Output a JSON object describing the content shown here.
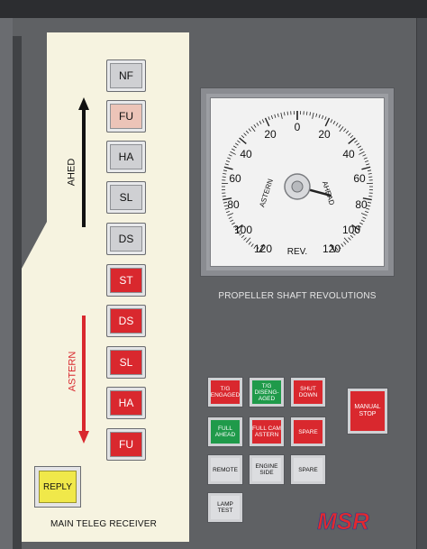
{
  "colors": {
    "panel_bg": "#5f6164",
    "cream": "#f6f3e0",
    "red_button": "#d9282e",
    "green_button": "#1f9a4a",
    "yellow_button": "#f0e84a",
    "ahead_arrow": "#111111",
    "astern_arrow": "#d9282e"
  },
  "receiver": {
    "title": "MAIN TELEG RECEIVER",
    "ahead_label": "AHED",
    "astern_label": "ASTERN",
    "buttons": [
      {
        "label": "NF",
        "color": "grey"
      },
      {
        "label": "FU",
        "color": "pink"
      },
      {
        "label": "HA",
        "color": "grey"
      },
      {
        "label": "SL",
        "color": "grey"
      },
      {
        "label": "DS",
        "color": "grey"
      },
      {
        "label": "ST",
        "color": "red"
      },
      {
        "label": "DS",
        "color": "red"
      },
      {
        "label": "SL",
        "color": "red"
      },
      {
        "label": "HA",
        "color": "red"
      },
      {
        "label": "FU",
        "color": "red"
      }
    ],
    "reply_label": "REPLY"
  },
  "gauge": {
    "caption": "PROPELLER SHAFT REVOLUTIONS",
    "unit": "REV.",
    "ahead_text": "AHEAD",
    "astern_text": "ASTERN",
    "ticks_left": [
      "20",
      "40",
      "60",
      "80",
      "100",
      "120"
    ],
    "ticks_right": [
      "20",
      "40",
      "60",
      "80",
      "100",
      "120"
    ],
    "zero_label": "0",
    "reading": 84,
    "reading_side": "ahead",
    "scale_max": 120
  },
  "control_buttons": {
    "tg_engaged": "T/G ENGAGED",
    "tg_disengaged": "T/G DISENG-AGED",
    "shut_down": "SHUT DOWN",
    "full_ahead": "FULL AHEAD",
    "full_cam_astern": "FULL CAM ASTERN",
    "spare1": "SPARE",
    "remote": "REMOTE",
    "engine_side": "ENGINE SIDE",
    "spare2": "SPARE",
    "lamp_test": "LAMP TEST",
    "manual_stop": "MANUAL STOP"
  },
  "logo": {
    "text": "MSR"
  }
}
